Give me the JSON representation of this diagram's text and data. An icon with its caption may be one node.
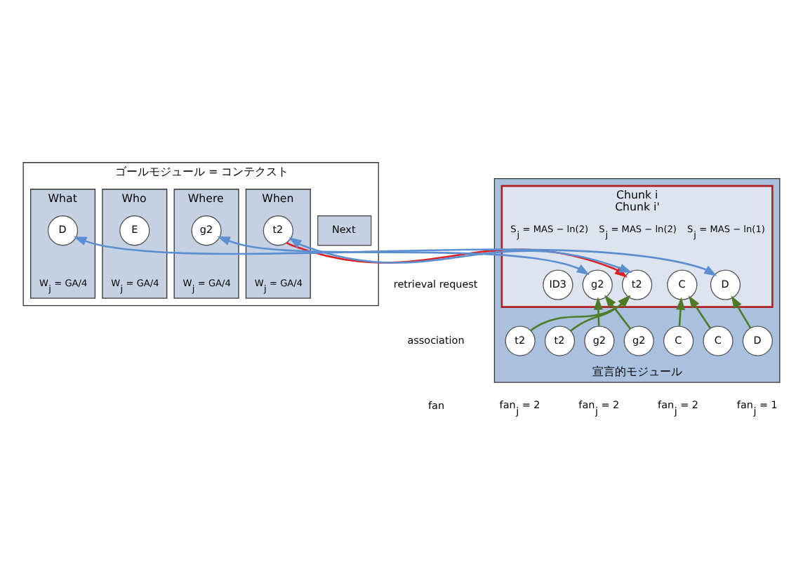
{
  "diagram": {
    "nodes": [
      {
        "text": [
          "ゴールモジュール = コンテクスト"
        ]
      },
      {
        "text": [
          "Next"
        ],
        "in": 0
      },
      {
        "text": [
          "When"
        ],
        "in": 0
      },
      {
        "text": [
          "t2"
        ],
        "in": 2,
        "beside": [
          "W$_{j}$ = GA/4"
        ]
      },
      {
        "text": [
          "Where"
        ],
        "in": 0
      },
      {
        "text": [
          "g2"
        ],
        "in": 4,
        "beside": [
          "W$_{j}$ = GA/4"
        ]
      },
      {
        "text": [
          "Who"
        ],
        "in": 0
      },
      {
        "text": [
          "E"
        ],
        "in": 6,
        "beside": [
          "W$_{j}$ = GA/4"
        ]
      },
      {
        "text": [
          "What"
        ],
        "in": 0
      },
      {
        "text": [
          "D"
        ],
        "in": 8,
        "beside": [
          "W$_{j}$ = GA/4"
        ]
      },
      {
        "text": [
          "宣言的モジュール"
        ]
      },
      {
        "text": [
          "Chunk i",
          "Chunk i'"
        ],
        "in": 10
      },
      {
        "text": [
          "ID3"
        ],
        "in": 11
      },
      {
        "text": [
          "t2"
        ],
        "in": 11,
        "beside": [
          "S$_{j}$ = MAS − ln(2)"
        ]
      },
      {
        "text": [
          "g2"
        ],
        "in": 11,
        "beside": [
          "S$_{j}$ = MAS − ln(2)"
        ]
      },
      {
        "text": [
          "C"
        ],
        "in": 11
      },
      {
        "text": [
          "D"
        ],
        "in": 11,
        "beside": [
          "S$_{j}$ = MAS − ln(1)"
        ]
      },
      {
        "text": [
          "t2"
        ],
        "in": 10
      },
      {
        "text": [
          "t2"
        ],
        "in": 10
      },
      {
        "text": [
          "g2"
        ],
        "in": 10
      },
      {
        "text": [
          "g2"
        ],
        "in": 10
      },
      {
        "text": [
          "C"
        ],
        "in": 10
      },
      {
        "text": [
          "C"
        ],
        "in": 10
      },
      {
        "text": [
          "D"
        ],
        "in": 10
      }
    ],
    "edges": [
      {
        "from": 3,
        "to": 13,
        "arrow": "to",
        "color": "#e02020"
      },
      {
        "from": 3,
        "to": 13,
        "arrow": "both",
        "color": "#5b8fd0"
      },
      {
        "from": 5,
        "to": 14,
        "arrow": "both",
        "color": "#5b8fd0"
      },
      {
        "from": 9,
        "to": 16,
        "arrow": "both",
        "color": "#5b8fd0"
      },
      {
        "from": 17,
        "to": 13,
        "arrow": "to"
      },
      {
        "from": 18,
        "to": 13,
        "arrow": "to"
      },
      {
        "from": 19,
        "to": 14,
        "arrow": "to"
      },
      {
        "from": 20,
        "to": 14,
        "arrow": "to"
      },
      {
        "from": 21,
        "to": 15,
        "arrow": "to"
      },
      {
        "from": 22,
        "to": 15,
        "arrow": "to"
      },
      {
        "from": 23,
        "to": 16,
        "arrow": "to"
      }
    ],
    "labels": [
      "fan$_{j}$ = 2",
      "fan$_{j}$ = 2",
      "fan$_{j}$ = 2",
      "fan$_{j}$ = 1"
    ],
    "legend": [
      {
        "text": "retrieval request"
      },
      {
        "text": "association"
      },
      {
        "text": "fan"
      }
    ]
  }
}
